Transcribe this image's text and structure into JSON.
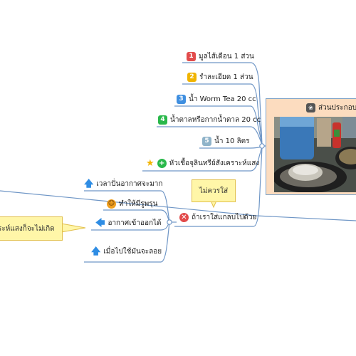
{
  "branches": {
    "upper": [
      {
        "num": "1",
        "color": "#e24b4b",
        "label": "มูลไส้เดือน 1 ส่วน"
      },
      {
        "num": "2",
        "color": "#f0b400",
        "label": "รำละเอียด 1 ส่วน"
      },
      {
        "num": "3",
        "color": "#3f8fe0",
        "label": "น้ำ Worm Tea 20 cc"
      },
      {
        "num": "4",
        "color": "#29b84a",
        "label": "น้ำตาลหรือกากน้ำตาล 20 cc"
      },
      {
        "num": "5",
        "color": "#8fb3c9",
        "label": "น้ำ 10 ลิตร"
      }
    ],
    "plus_item": {
      "label": "หัวเชื้อจุลินทรีย์สังเคราะห์แสง"
    },
    "center": {
      "label": "ถ้าเราใส่แกลบไปด้วย"
    },
    "lower": [
      {
        "label": "เวลาปั่นอากาศจะมาก",
        "icon": "arrow-up"
      },
      {
        "label": "ทำให้มีรูพรุน",
        "icon": "smiley"
      },
      {
        "label": "อากาศเข้าออกได้",
        "icon": "arrow-left"
      },
      {
        "label": "เมื่อไปใช้มันจะลอย",
        "icon": "arrow-up"
      }
    ]
  },
  "callouts": {
    "top": "ไม่ควรใส่",
    "left": "ระห์แสงก็จะไม่เกิด"
  },
  "sidebox": {
    "title": "ส่วนประกอบ"
  },
  "colors": {
    "line": "#6f96c6",
    "callout_bg": "#fff6a8",
    "sidebox_bg": "#fcdcbf"
  }
}
